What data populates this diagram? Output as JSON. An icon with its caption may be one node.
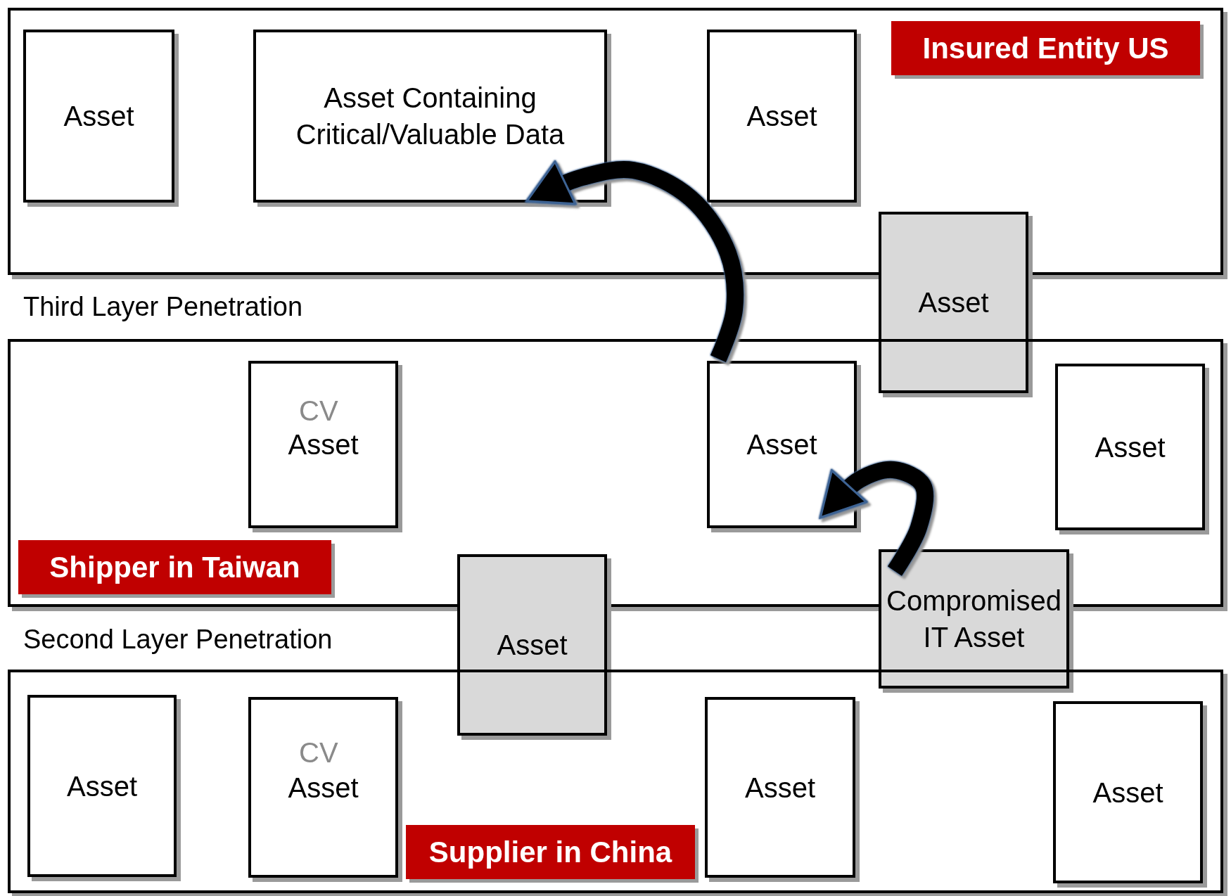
{
  "diagram": {
    "nodes": [
      {
        "text": [
          "Insured Entity US"
        ]
      },
      {
        "text": [
          "Asset"
        ],
        "in": 0
      },
      {
        "text": [
          "Asset Containing Critical/Valuable Data"
        ],
        "in": 0
      },
      {
        "text": [
          "Asset"
        ],
        "in": 0
      },
      {
        "text": [
          "Asset"
        ]
      },
      {
        "text": [
          "Shipper in Taiwan"
        ]
      },
      {
        "text": [
          "Asset"
        ],
        "in": 5
      },
      {
        "text": [
          "Asset"
        ],
        "in": 5
      },
      {
        "text": [
          "Asset"
        ],
        "in": 5
      },
      {
        "text": [
          "Asset"
        ]
      },
      {
        "text": [
          "Compromised IT Asset"
        ]
      },
      {
        "text": [
          "Supplier in China"
        ]
      },
      {
        "text": [
          "Asset"
        ],
        "in": 11
      },
      {
        "text": [
          "Asset"
        ],
        "in": 11
      },
      {
        "text": [
          "Asset"
        ],
        "in": 11
      },
      {
        "text": [
          "Asset"
        ],
        "in": 11
      }
    ],
    "edges": [
      {
        "from": 10,
        "to": 7,
        "arrow": "to"
      },
      {
        "from": 7,
        "to": 2,
        "arrow": "to"
      }
    ],
    "labels": [
      "Third Layer Penetration",
      "CV",
      "Second Layer Penetration",
      "CV"
    ]
  }
}
